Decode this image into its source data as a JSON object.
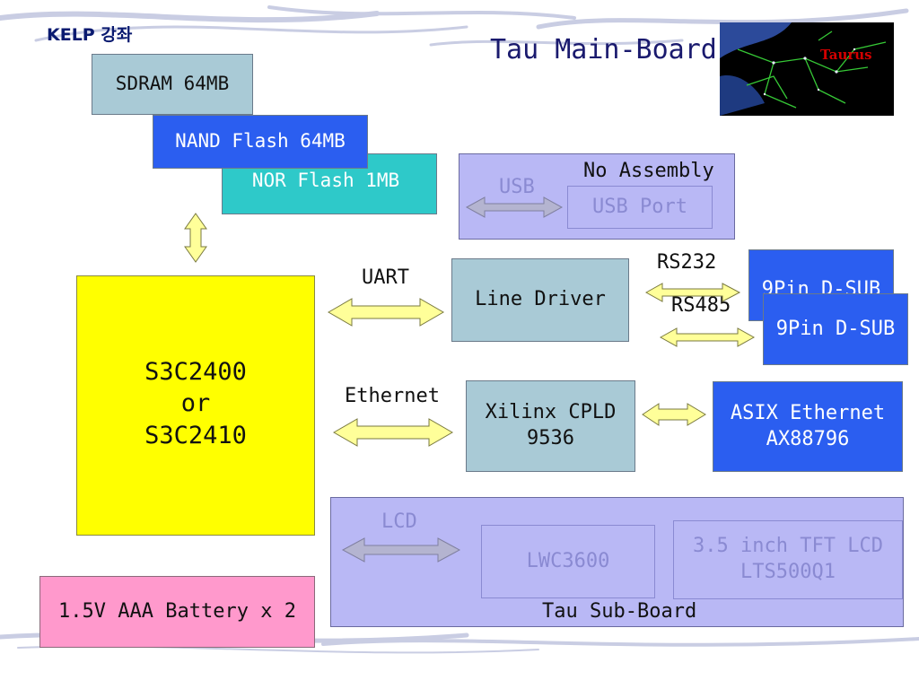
{
  "header": {
    "brand": "KELP 강좌",
    "title": "Tau Main-Board"
  },
  "constellation": {
    "label": "Taurus"
  },
  "memory": {
    "sdram": "SDRAM 64MB",
    "nand": "NAND Flash 64MB",
    "nor": "NOR Flash 1MB"
  },
  "usb_panel": {
    "note": "No Assembly",
    "bus_label": "USB",
    "port": "USB Port"
  },
  "cpu": {
    "line1": "S3C2400",
    "line2": "or",
    "line3": "S3C2410"
  },
  "uart": {
    "label": "UART"
  },
  "line_driver": {
    "label": "Line Driver"
  },
  "serial": {
    "rs232": "RS232",
    "rs485": "RS485",
    "dsub_back": "9Pin D-SUB",
    "dsub_front": "9Pin D-SUB"
  },
  "ethernet": {
    "label": "Ethernet",
    "cpld_line1": "Xilinx CPLD",
    "cpld_line2": "9536",
    "asix_line1": "ASIX Ethernet",
    "asix_line2": "AX88796"
  },
  "sub_board": {
    "lcd_label": "LCD",
    "lwc": "LWC3600",
    "tft_line1": "3.5 inch TFT LCD",
    "tft_line2": "LTS500Q1",
    "caption": "Tau Sub-Board"
  },
  "battery": {
    "label": "1.5V AAA Battery x 2"
  },
  "colors": {
    "memory_sdram": "#a9cad6",
    "memory_nand": "#2b5ef0",
    "memory_nor": "#2ec9c9",
    "cpu": "#ffff00",
    "panel_lavender": "#b9b8f5",
    "block_teal": "#a9cad6",
    "dsub_blue": "#2b5ef0",
    "battery_pink": "#ff99cc",
    "arrow_yellow": "#ffff99",
    "arrow_gray": "#b4b4d0",
    "faded_text": "#8a8ad2"
  }
}
